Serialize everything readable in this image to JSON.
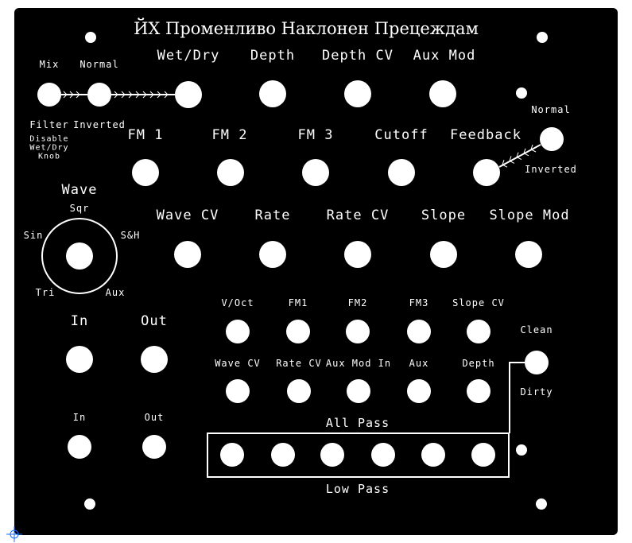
{
  "title": "ЙХ Променливо Наклонен Прецеждам",
  "row1": {
    "knobs": [
      "Wet/Dry",
      "Depth",
      "Depth CV",
      "Aux Mod"
    ],
    "toggle1_top": "Mix",
    "toggle1_bottom": "Filter",
    "toggle1_note": [
      "Disable",
      "Wet/Dry",
      "Knob"
    ],
    "toggle2_top": "Normal",
    "toggle2_bottom": "Inverted"
  },
  "row2": {
    "knobs": [
      "FM 1",
      "FM 2",
      "FM 3",
      "Cutoff",
      "Feedback"
    ],
    "toggle_top": "Normal",
    "toggle_bottom": "Inverted"
  },
  "wave": {
    "label": "Wave",
    "positions": [
      "Sqr",
      "Sin",
      "S&H",
      "Tri",
      "Aux"
    ]
  },
  "row3": {
    "knobs": [
      "Wave CV",
      "Rate",
      "Rate CV",
      "Slope",
      "Slope Mod"
    ]
  },
  "io": {
    "knob_in": "In",
    "knob_out": "Out",
    "jack_in": "In",
    "jack_out": "Out"
  },
  "jacks_row1": [
    "V/Oct",
    "FM1",
    "FM2",
    "FM3",
    "Slope CV"
  ],
  "jacks_row2": [
    "Wave CV",
    "Rate CV",
    "Aux Mod In",
    "Aux",
    "Depth"
  ],
  "clean_dirty": {
    "top": "Clean",
    "bottom": "Dirty"
  },
  "filter_box": {
    "top": "All Pass",
    "bottom": "Low Pass"
  }
}
